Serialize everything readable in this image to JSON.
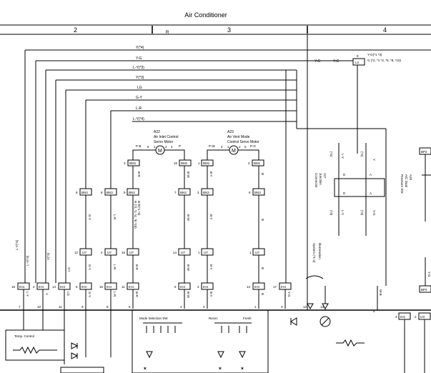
{
  "title": "Air Conditioner",
  "columns": [
    "2",
    "3",
    "4"
  ],
  "r_mark": "R",
  "top_wires": [
    "Y(*4)",
    "Y-G",
    "L-Y(*3)",
    "Y(*3)",
    "LG",
    "G-Y",
    "L-R",
    "L-Y(*4)"
  ],
  "right_block": {
    "label1": "Y-G",
    "label2": "Y-G",
    "connector": "L3",
    "pin": "9",
    "note1": "Y-G(*1 *3)",
    "note2": "G (*2, *1 *4, *5, *9, *10)"
  },
  "a22": {
    "id": "A22",
    "name1": "Air Inlet Control",
    "name2": "Servo Motor",
    "pins": [
      "5",
      "1",
      "2",
      "4"
    ],
    "wire_left": "P-B",
    "wire_right": "P"
  },
  "a23": {
    "id": "A23",
    "name1": "Air Vent Mode",
    "name2": "Control Servo Motor",
    "pins": [
      "4",
      "1",
      "2",
      "5"
    ],
    "wire_left": "P-W",
    "wire_right": "P-G"
  },
  "bm_connectors": [
    {
      "pin": "3",
      "label": "BM1"
    },
    {
      "pin": "16",
      "label": "BM1"
    },
    {
      "pin": "1",
      "label": "BM1"
    },
    {
      "pin": "2",
      "label": "BM1"
    }
  ],
  "bn_connectors": [
    {
      "pin": "8",
      "label": "BN3"
    },
    {
      "pin": "8",
      "label": "BN3"
    },
    {
      "pin": "9",
      "label": "BN3"
    },
    {
      "pin": "7",
      "label": "BN3"
    },
    {
      "pin": "3",
      "label": "BN3"
    },
    {
      "pin": "6",
      "label": "BN3"
    }
  ],
  "mid_wire_labels": [
    "G-Y",
    "L-R",
    "B-R",
    "B-W",
    "B-Y",
    "B"
  ],
  "b_r_note1": "B-R(*1 *3)",
  "b_r_note2": "R (*2, *1 *4, *8 *10)",
  "ij_connectors": [
    {
      "pin": "12",
      "label": "IJ7"
    },
    {
      "pin": "4",
      "label": "IJ7"
    },
    {
      "pin": "16",
      "label": "IJ7"
    },
    {
      "pin": "14",
      "label": "IJ7"
    },
    {
      "pin": "1",
      "label": "IJ7"
    },
    {
      "pin": "1",
      "label": "IJ7"
    }
  ],
  "ih_wires": [
    "G-Y",
    "L-R",
    "B-R",
    "B-W",
    "B-Y",
    "B"
  ],
  "left_vertical_labels": [
    "L-Y(*4)",
    "L-Y(*3)",
    "Y(*3)",
    "LG"
  ],
  "ih_connectors": [
    {
      "pin": "15",
      "label": "IH4"
    },
    {
      "pin": "2",
      "label": "IH4"
    },
    {
      "pin": "14",
      "label": "IH4"
    },
    {
      "pin": "6",
      "label": "IH4"
    },
    {
      "pin": "16",
      "label": "IH4"
    },
    {
      "pin": "11",
      "label": "IH4"
    },
    {
      "pin": "5",
      "label": "IH4"
    },
    {
      "pin": "3",
      "label": "IH4"
    },
    {
      "pin": "13",
      "label": "IH4"
    },
    {
      "pin": "17",
      "label": "IH4"
    }
  ],
  "ih_lower_wires": [
    "L-Y",
    "Y",
    "LG",
    "G-Y",
    "L-R",
    "B-R",
    "B-W",
    "B-Y",
    "B",
    "Y-G"
  ],
  "bottom_pins": [
    "7",
    "10",
    "11",
    "9",
    "8",
    "5",
    "4",
    "2",
    "1",
    "3",
    "12",
    "13",
    "6"
  ],
  "j27": {
    "id": "J27",
    "name1": "Junction",
    "name2": "Connector"
  },
  "j27_labels": [
    "(*4)",
    "(*4)",
    "(*3)",
    "(*3)"
  ],
  "j27_wires": [
    "L-Y",
    "L-Y",
    "Y",
    "Y-G"
  ],
  "j27_pins": [
    "D",
    "A",
    "D",
    "A"
  ],
  "a20": {
    "id": "A20",
    "name1": "A/C Dual",
    "name2": "Pressure SW"
  },
  "bp2": "BP2",
  "bp2_bottom": "BP2",
  "illumination": [
    "Illumination",
    "System (*1-4)"
  ],
  "w_b": "W-B",
  "ih1": {
    "pin": "3",
    "label": "IH1"
  },
  "ij3": {
    "pin": "2",
    "label": "IJ3"
  },
  "mode_sw": "Mode Selection SW",
  "recirc": "Recirc",
  "fresh": "Fresh",
  "temp_control": "Temp. Control",
  "y_g_right": "Y-G"
}
